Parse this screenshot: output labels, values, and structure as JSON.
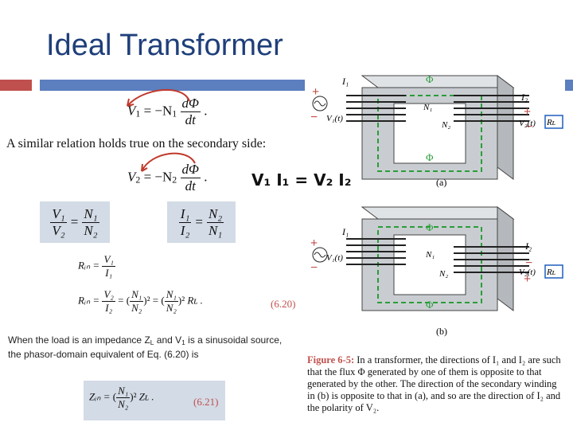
{
  "title": "Ideal Transformer",
  "eq1": {
    "lhs": "V",
    "lhs_sub": "1",
    "rhs": "= −N",
    "rhs_sub": "1",
    "num": "dΦ",
    "den": "dt",
    "tail": "."
  },
  "secondary_text": "A similar relation holds true on the secondary side:",
  "eq2": {
    "lhs": "V",
    "lhs_sub": "2",
    "rhs": "= −N",
    "rhs_sub": "2",
    "num": "dΦ",
    "den": "dt",
    "tail": "."
  },
  "handwritten": "V₁ I₁ = V₂ I₂",
  "ratio_v": {
    "n1": "V₁",
    "d1": "V₂",
    "eq": "=",
    "n2": "N₁",
    "d2": "N₂"
  },
  "ratio_i": {
    "n1": "I₁",
    "d1": "I₂",
    "eq": "=",
    "n2": "N₂",
    "d2": "N₁"
  },
  "rin1": {
    "lhs": "Rᵢₙ =",
    "num": "V₁",
    "den": "I₁"
  },
  "rin2": {
    "lhs": "Rᵢₙ =",
    "n1": "V₂",
    "d1": "I₂",
    "mid": "= ",
    "tail": "Rʟ .",
    "eqnum": "(6.20)"
  },
  "load_text_1": "When the load is an impedance Z",
  "load_text_1b": "L",
  "load_text_1c": " and V",
  "load_text_1d": "1",
  "load_text_1e": " is a sinusoidal source,",
  "load_text_2": "the phasor-domain equivalent of Eq. (6.20) is",
  "zin": {
    "lhs": "Zᵢₙ =",
    "num": "N₁",
    "den": "N₂",
    "tail": "Zʟ .",
    "eqnum": "(6.21)"
  },
  "figure": {
    "label_a": "(a)",
    "label_b": "(b)",
    "phi": "Φ",
    "I1": "I₁",
    "I2": "I₂",
    "N1": "N₁",
    "N2": "N₂",
    "V1": "V₁(t)",
    "V2": "V₂(t)",
    "RL": "Rʟ",
    "plus": "+",
    "minus": "−"
  },
  "fig_caption": {
    "lead": "Figure 6-5:",
    "text": " In a transformer, the directions of I₁ and I₂ are such that the flux Φ generated by one of them is opposite to that generated by the other. The direction of the secondary winding in (b) is opposite to that in (a), and so are the direction of I₂ and the polarity of V₂."
  },
  "colors": {
    "title": "#1f3f7a",
    "accent_red": "#c0504d",
    "accent_blue": "#5b7fbf",
    "eq_box": "#d3dbe6",
    "core": "#c9cdd1",
    "flux": "#2a9d3a"
  }
}
